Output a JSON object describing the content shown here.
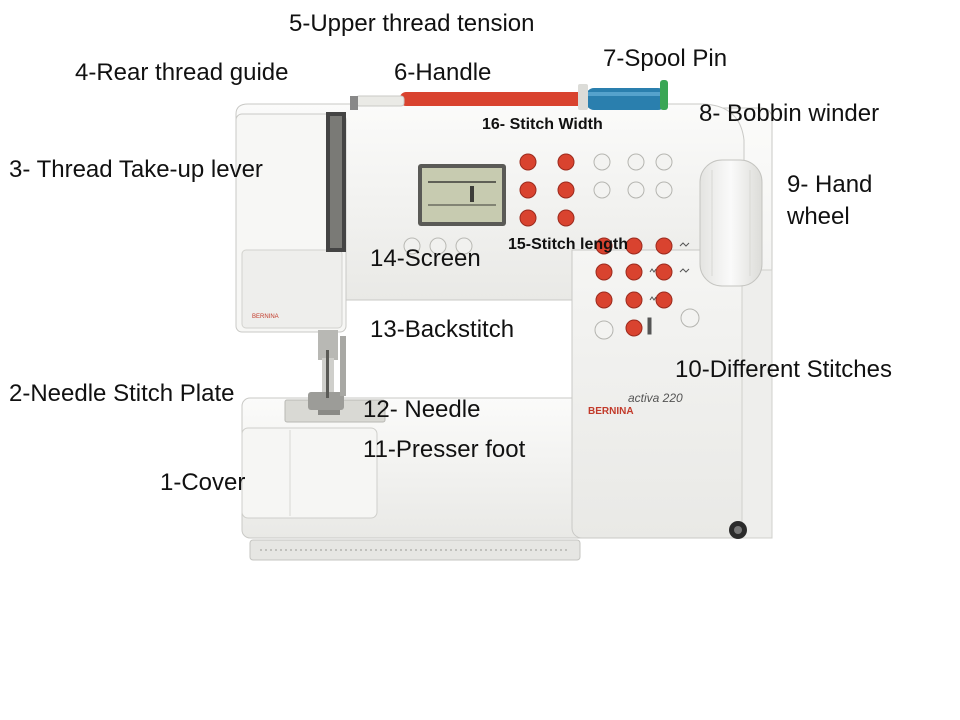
{
  "machine": {
    "brand": "BERNINA",
    "model": "activa 220"
  },
  "labels": {
    "cover": "1-Cover",
    "needle_stitch_plate": "2-Needle Stitch Plate",
    "thread_takeup_lever": "3- Thread Take-up lever",
    "rear_thread_guide": "4-Rear thread guide",
    "upper_thread_tension": "5-Upper thread tension",
    "handle": "6-Handle",
    "spool_pin": "7-Spool Pin",
    "bobbin_winder": "8- Bobbin winder",
    "hand_wheel": "9- Hand wheel",
    "different_stitches": "10-Different Stitches",
    "presser_foot": "11-Presser foot",
    "needle": "12- Needle",
    "backstitch": "13-Backstitch",
    "screen": "14-Screen",
    "stitch_length": "15-Stitch length",
    "stitch_width": "16- Stitch Width"
  },
  "colors": {
    "accent_red": "#d9432f",
    "body": "#f4f4f2",
    "outline": "#c9c9c6",
    "lcd": "#c7cbb0"
  }
}
